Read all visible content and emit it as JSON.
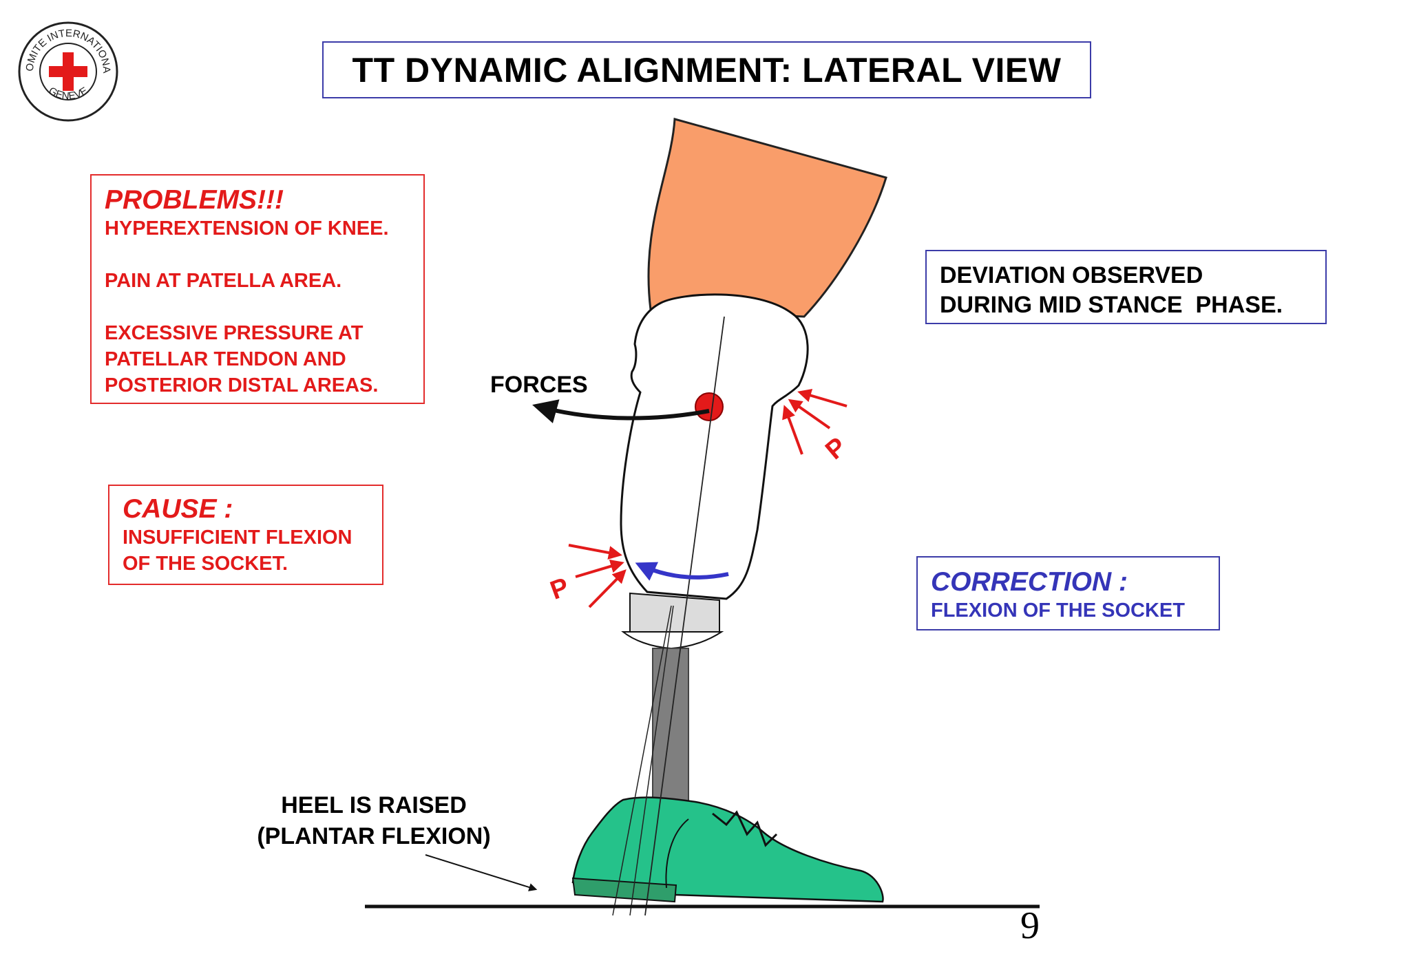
{
  "title": "TT DYNAMIC ALIGNMENT: LATERAL VIEW",
  "logo": {
    "top_text": "COMITE INTERNATIONAL",
    "bottom_text": "GENEVE",
    "cross_color": "#e31a1a"
  },
  "problems": {
    "heading": "PROBLEMS!!!",
    "items": [
      "HYPEREXTENSION OF KNEE.",
      "PAIN AT PATELLA AREA.",
      "EXCESSIVE PRESSURE AT",
      "PATELLAR TENDON AND",
      "POSTERIOR DISTAL AREAS."
    ]
  },
  "cause": {
    "heading": "CAUSE :",
    "lines": [
      "INSUFFICIENT FLEXION",
      "OF THE SOCKET."
    ]
  },
  "deviation": {
    "lines": [
      "DEVIATION OBSERVED",
      "DURING MID STANCE  PHASE."
    ]
  },
  "correction": {
    "heading": "CORRECTION :",
    "line": "FLEXION OF THE SOCKET"
  },
  "labels": {
    "forces": "FORCES",
    "heel_line1": "HEEL IS RAISED",
    "heel_line2": "(PLANTAR FLEXION)",
    "pressure_marker": "P"
  },
  "page_number": "9",
  "colors": {
    "problem_red": "#e31a1a",
    "correction_blue": "#3535b8",
    "skin": "#f99d6a",
    "shoe": "#25c28a",
    "pylon": "#7f7f7f"
  }
}
